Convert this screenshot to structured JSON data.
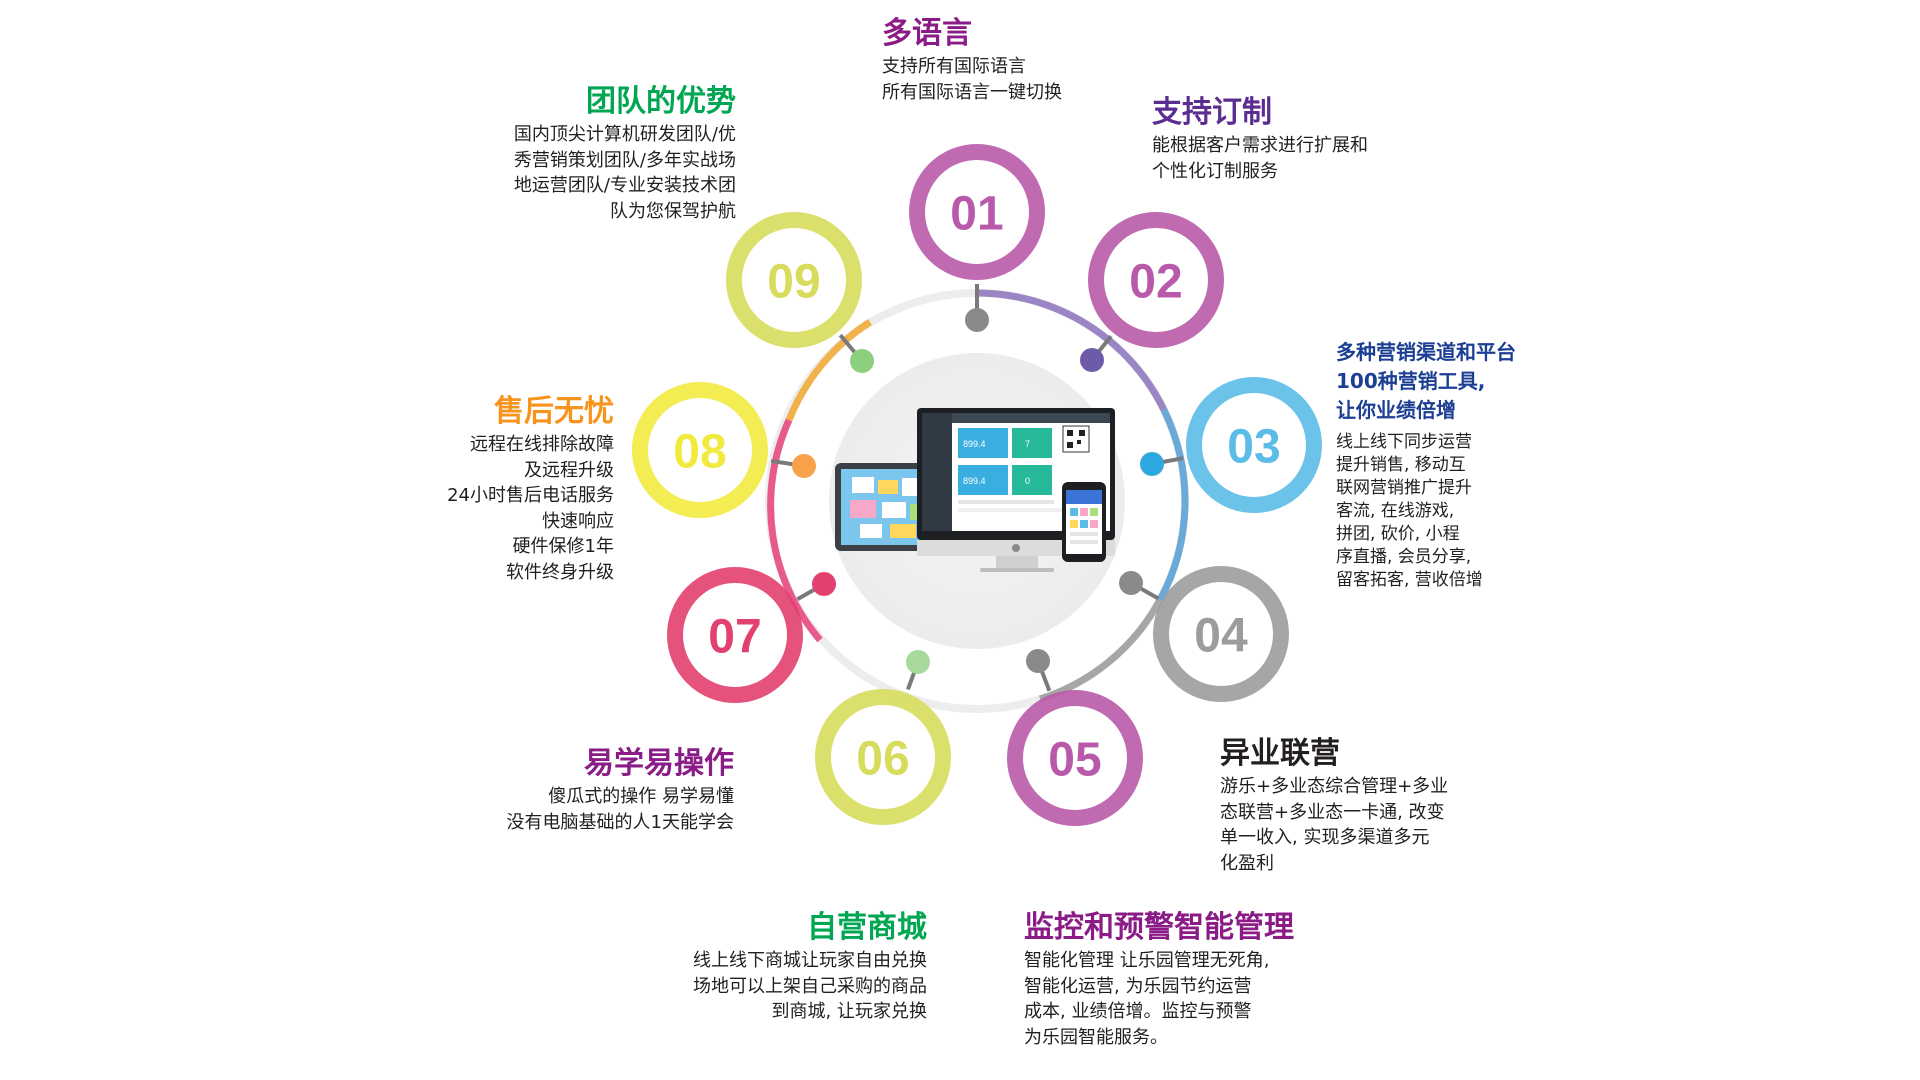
{
  "colors": {
    "n01": "#b85aa9",
    "n02": "#b85aa9",
    "n03": "#5bbce8",
    "n04": "#9b9c9e",
    "n05": "#b85aa9",
    "n06": "#d7dc5c",
    "n07": "#e2406f",
    "n08": "#f2ea3f",
    "n09": "#d7dc5c",
    "t_multilang": "#8a1b87",
    "t_custom": "#5c2d91",
    "t_channels": "#1c3f94",
    "t_crossbiz": "#231f20",
    "t_monitor": "#8a1b87",
    "t_mall": "#00a651",
    "t_easy": "#8a1b87",
    "t_aftersale": "#f7941d",
    "t_team": "#00a651"
  },
  "nodes": [
    {
      "number": "01"
    },
    {
      "number": "02"
    },
    {
      "number": "03"
    },
    {
      "number": "04"
    },
    {
      "number": "05"
    },
    {
      "number": "06"
    },
    {
      "number": "07"
    },
    {
      "number": "08"
    },
    {
      "number": "09"
    }
  ],
  "blocks": {
    "multilang": {
      "title": "多语言",
      "lines": [
        "支持所有国际语言",
        "所有国际语言一键切换"
      ]
    },
    "custom": {
      "title": "支持订制",
      "lines": [
        "能根据客户需求进行扩展和",
        "个性化订制服务"
      ]
    },
    "channels": {
      "title_lines": [
        "多种营销渠道和平台",
        "100种营销工具,",
        "让你业绩倍增"
      ],
      "lines": [
        "线上线下同步运营",
        "提升销售, 移动互",
        "联网营销推广提升",
        "客流, 在线游戏,",
        "拼团, 砍价, 小程",
        "序直播, 会员分享,",
        "留客拓客, 营收倍增"
      ]
    },
    "crossbiz": {
      "title": "异业联营",
      "lines": [
        "游乐+多业态综合管理+多业",
        "态联营+多业态一卡通, 改变",
        "单一收入, 实现多渠道多元",
        "化盈利"
      ]
    },
    "monitor": {
      "title": "监控和预警智能管理",
      "lines": [
        "智能化管理 让乐园管理无死角,",
        "智能化运营, 为乐园节约运营",
        "成本, 业绩倍增。监控与预警",
        "为乐园智能服务。"
      ]
    },
    "mall": {
      "title": "自营商城",
      "lines": [
        "线上线下商城让玩家自由兑换",
        "场地可以上架自己采购的商品",
        "到商城, 让玩家兑换"
      ]
    },
    "easy": {
      "title": "易学易操作",
      "lines": [
        "傻瓜式的操作 易学易懂",
        "没有电脑基础的人1天能学会"
      ]
    },
    "aftersale": {
      "title": "售后无忧",
      "lines": [
        "远程在线排除故障",
        "及远程升级",
        "24小时售后电话服务",
        "快速响应",
        "硬件保修1年",
        "软件终身升级"
      ]
    },
    "team": {
      "title": "团队的优势",
      "lines": [
        "国内顶尖计算机研发团队/优",
        "秀营销策划团队/多年实战场",
        "地运营团队/专业安装技术团",
        "队为您保驾护航"
      ]
    }
  },
  "screen": {
    "card1": "899.4",
    "card2": "7",
    "card3": "899.4",
    "card4": "0"
  }
}
